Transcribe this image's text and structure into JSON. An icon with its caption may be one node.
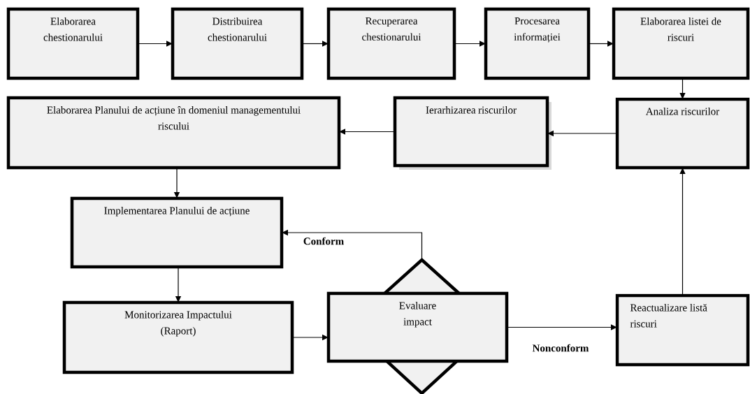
{
  "diagram": {
    "nodes": [
      {
        "text": [
          "Elaborarea chestionarului"
        ]
      },
      {
        "text": [
          "Distribuirea chestionarului"
        ]
      },
      {
        "text": [
          "Recuperarea chestionarului"
        ]
      },
      {
        "text": [
          "Procesarea informației"
        ]
      },
      {
        "text": [
          "Elaborarea listei de riscuri"
        ]
      },
      {
        "text": [
          "Elaborarea Planului de acțiune în domeniul managementului riscului"
        ]
      },
      {
        "text": [
          "Ierarhizarea riscurilor"
        ]
      },
      {
        "text": [
          "Analiza riscurilor"
        ]
      },
      {
        "text": [
          "Implementarea Planului de acțiune"
        ]
      },
      {
        "text": [
          "Monitorizarea Impactului (Raport)"
        ]
      },
      {
        "text": [
          "Evaluare impact"
        ]
      },
      {
        "text": [
          "Reactualizare listă riscuri"
        ]
      }
    ],
    "edges": [
      {
        "from": 0,
        "to": 1,
        "arrow": "to"
      },
      {
        "from": 1,
        "to": 2,
        "arrow": "to"
      },
      {
        "from": 2,
        "to": 3,
        "arrow": "to"
      },
      {
        "from": 3,
        "to": 4,
        "arrow": "to"
      },
      {
        "from": 4,
        "to": 7,
        "arrow": "to"
      },
      {
        "from": 7,
        "to": 6,
        "arrow": "to"
      },
      {
        "from": 6,
        "to": 5,
        "arrow": "to"
      },
      {
        "from": 5,
        "to": 8,
        "arrow": "to"
      },
      {
        "from": 8,
        "to": 9,
        "arrow": "to"
      },
      {
        "from": 9,
        "to": 10,
        "arrow": "to"
      },
      {
        "from": 10,
        "to": 8,
        "arrow": "to",
        "label": "Conform"
      },
      {
        "from": 10,
        "to": 11,
        "arrow": "to",
        "label": "Nonconform"
      },
      {
        "from": 11,
        "to": 7,
        "arrow": "to"
      }
    ]
  }
}
